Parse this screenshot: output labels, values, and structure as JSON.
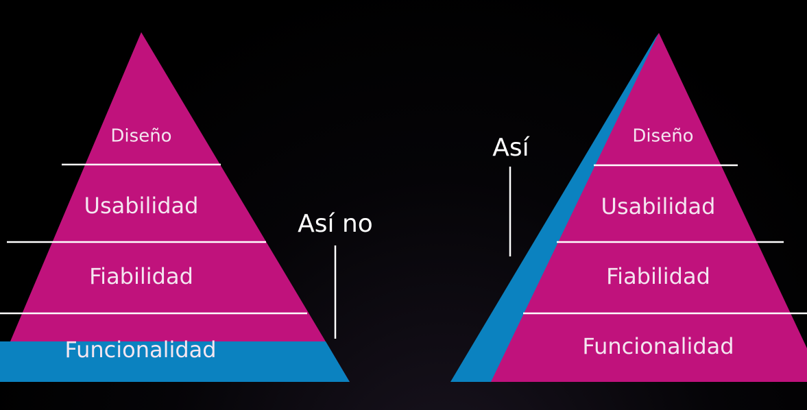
{
  "colors": {
    "tier": "#c0127c",
    "base_highlight": "#0b82c0",
    "divider": "#ffffff",
    "caption": "#ffffff",
    "background": "#000000"
  },
  "left_pyramid": {
    "caption": "Así no",
    "tiers": [
      "Diseño",
      "Usabilidad",
      "Fiabilidad",
      "Funcionalidad"
    ]
  },
  "right_pyramid": {
    "caption": "Así",
    "tiers": [
      "Diseño",
      "Usabilidad",
      "Fiabilidad",
      "Funcionalidad"
    ]
  }
}
